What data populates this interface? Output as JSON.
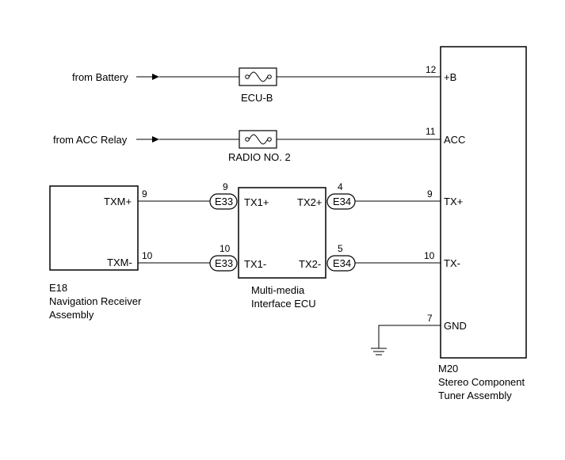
{
  "sources": {
    "battery": "from Battery",
    "acc_relay": "from ACC Relay"
  },
  "fuses": {
    "ecu_b": "ECU-B",
    "radio_no2": "RADIO NO. 2"
  },
  "nav_receiver": {
    "code": "E18",
    "name_line1": "Navigation Receiver",
    "name_line2": "Assembly",
    "terminals": [
      {
        "label": "TXM+",
        "pin": "9"
      },
      {
        "label": "TXM-",
        "pin": "10"
      }
    ]
  },
  "mm_ecu": {
    "name_line1": "Multi-media",
    "name_line2": "Interface ECU",
    "terminals": [
      {
        "label": "TX1+",
        "pin": "9",
        "connector": "E33"
      },
      {
        "label": "TX1-",
        "pin": "10",
        "connector": "E33"
      },
      {
        "label": "TX2+",
        "pin": "4",
        "connector": "E34"
      },
      {
        "label": "TX2-",
        "pin": "5",
        "connector": "E34"
      }
    ]
  },
  "tuner": {
    "code": "M20",
    "name_line1": "Stereo Component",
    "name_line2": "Tuner Assembly",
    "terminals": [
      {
        "label": "+B",
        "pin": "12"
      },
      {
        "label": "ACC",
        "pin": "11"
      },
      {
        "label": "TX+",
        "pin": "9"
      },
      {
        "label": "TX-",
        "pin": "10"
      },
      {
        "label": "GND",
        "pin": "7"
      }
    ]
  }
}
